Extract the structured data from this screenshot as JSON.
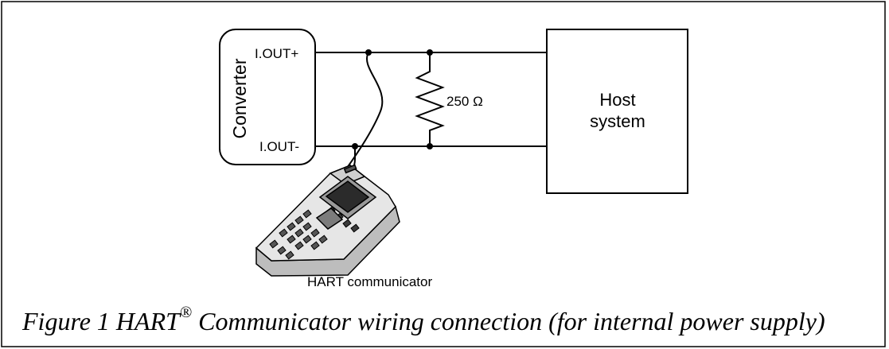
{
  "diagram": {
    "converter": {
      "title": "Converter",
      "terminal_pos": "I.OUT+",
      "terminal_neg": "I.OUT-"
    },
    "resistor": {
      "label": "250 Ω"
    },
    "host": {
      "line1": "Host",
      "line2": "system"
    },
    "communicator": {
      "label": "HART communicator"
    }
  },
  "caption": {
    "prefix": "Figure 1  HART",
    "mark": "®",
    "suffix": " Communicator wiring connection (for internal power supply)"
  }
}
